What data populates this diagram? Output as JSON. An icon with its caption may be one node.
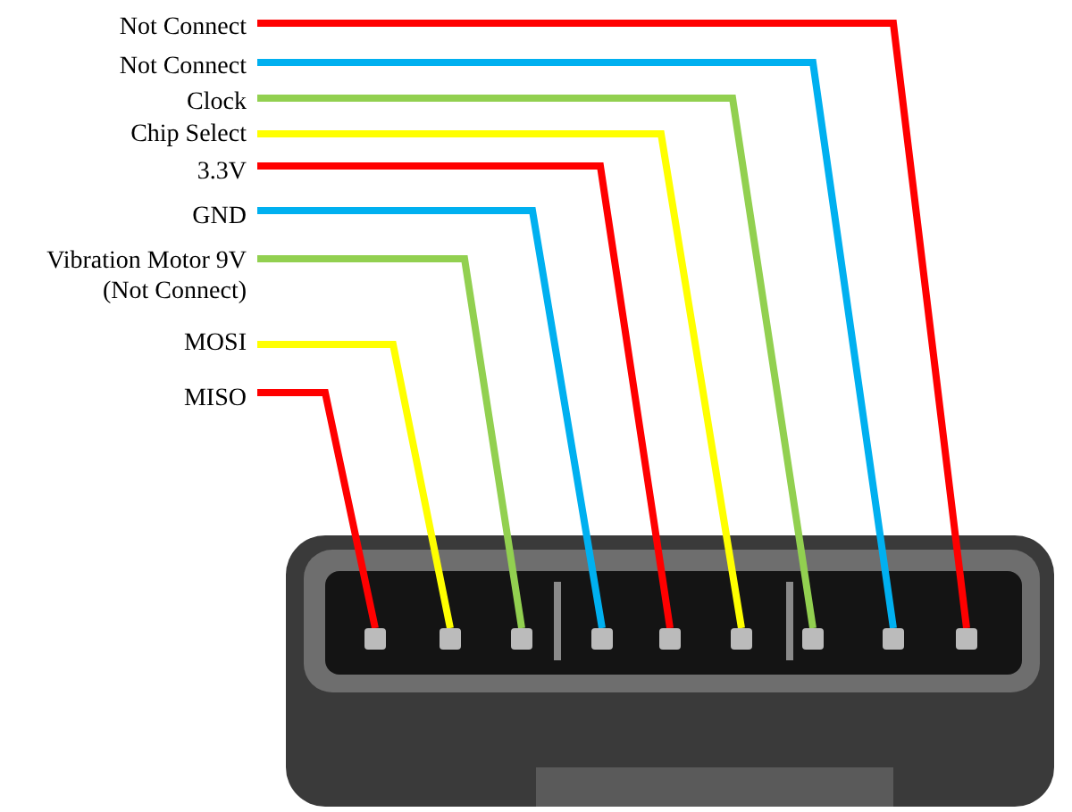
{
  "diagram": {
    "nodes": [
      {
        "text": [
          "Not Connect"
        ]
      },
      {
        "text": [
          "Not Connect"
        ]
      },
      {
        "text": [
          "Clock"
        ]
      },
      {
        "text": [
          "Chip Select"
        ]
      },
      {
        "text": [
          "3.3V"
        ]
      },
      {
        "text": [
          "GND"
        ]
      },
      {
        "text": [
          "Vibration Motor 9V (Not Connect)"
        ]
      },
      {
        "text": [
          "MOSI"
        ]
      },
      {
        "text": [
          "MISO"
        ]
      },
      {
        "text": [],
        "shape": "box"
      },
      {
        "text": [],
        "shape": "box"
      },
      {
        "text": [],
        "shape": "box"
      },
      {
        "text": [],
        "shape": "box"
      },
      {
        "text": [],
        "shape": "box"
      },
      {
        "text": [],
        "shape": "box"
      },
      {
        "text": [],
        "shape": "box"
      },
      {
        "text": [],
        "shape": "box"
      },
      {
        "text": [],
        "shape": "box"
      }
    ],
    "edges": [
      {
        "from": 0,
        "to": 17,
        "arrow": "none",
        "color": "#ff0000"
      },
      {
        "from": 1,
        "to": 16,
        "arrow": "none",
        "color": "#00b0f0"
      },
      {
        "from": 2,
        "to": 15,
        "arrow": "none",
        "color": "#92d050"
      },
      {
        "from": 3,
        "to": 14,
        "arrow": "none",
        "color": "#ffff00"
      },
      {
        "from": 4,
        "to": 13,
        "arrow": "none",
        "color": "#ff0000"
      },
      {
        "from": 5,
        "to": 12,
        "arrow": "none",
        "color": "#00b0f0"
      },
      {
        "from": 6,
        "to": 11,
        "arrow": "none",
        "color": "#92d050"
      },
      {
        "from": 7,
        "to": 10,
        "arrow": "none",
        "color": "#ffff00"
      },
      {
        "from": 8,
        "to": 9,
        "arrow": "none",
        "color": "#ff0000"
      }
    ]
  }
}
